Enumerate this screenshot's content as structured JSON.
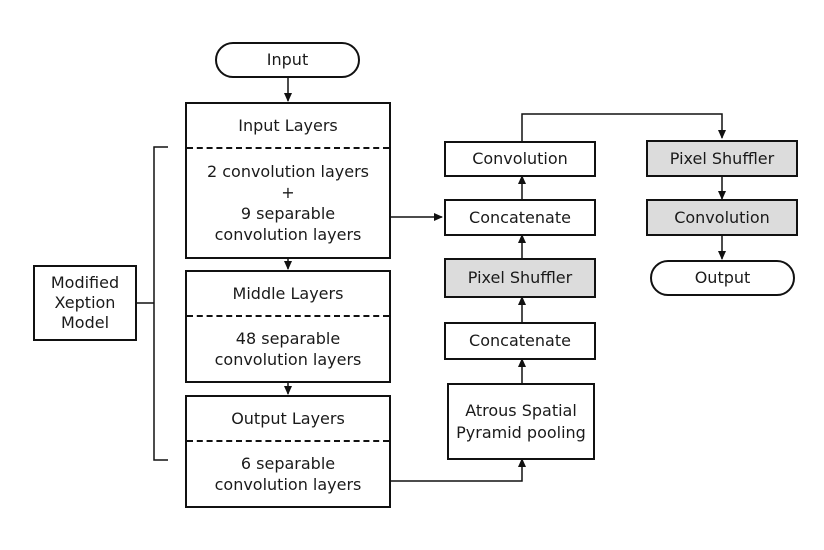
{
  "nodes": {
    "input": "Input",
    "output": "Output",
    "model_label": [
      "Modified",
      "Xeption",
      "Model"
    ],
    "input_layers": {
      "title": "Input Layers",
      "body": [
        "2 convolution layers",
        "+",
        "9 separable",
        "convolution layers"
      ]
    },
    "middle_layers": {
      "title": "Middle Layers",
      "body": [
        "48 separable",
        "convolution layers"
      ]
    },
    "output_layers": {
      "title": "Output Layers",
      "body": [
        "6 separable",
        "convolution layers"
      ]
    },
    "aspp": [
      "Atrous Spatial",
      "Pyramid pooling"
    ],
    "concat_lower": "Concatenate",
    "pixel_shuffler_mid": "Pixel Shuffler",
    "concat_upper": "Concatenate",
    "convolution_mid": "Convolution",
    "pixel_shuffler_right": "Pixel Shuffler",
    "convolution_right": "Convolution"
  },
  "colors": {
    "stroke": "#111111",
    "shaded_fill": "#dcdcdc"
  }
}
